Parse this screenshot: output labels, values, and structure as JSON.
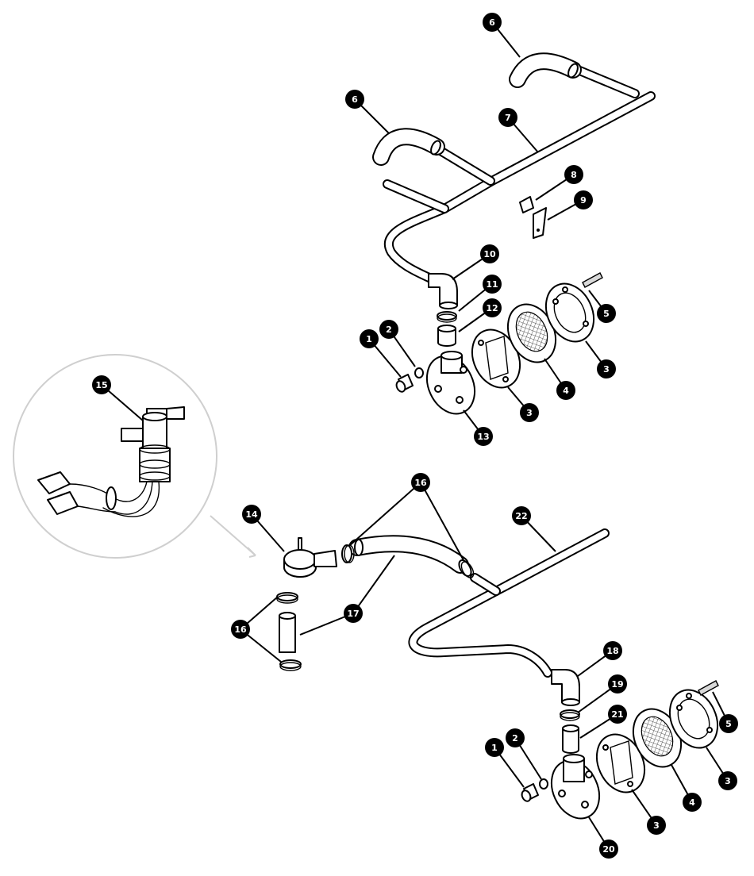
{
  "callouts": [
    {
      "id": "c6a",
      "label": "6"
    },
    {
      "id": "c6b",
      "label": "6"
    },
    {
      "id": "c7",
      "label": "7"
    },
    {
      "id": "c8",
      "label": "8"
    },
    {
      "id": "c9",
      "label": "9"
    },
    {
      "id": "c10",
      "label": "10"
    },
    {
      "id": "c11",
      "label": "11"
    },
    {
      "id": "c12",
      "label": "12"
    },
    {
      "id": "c5a",
      "label": "5"
    },
    {
      "id": "c1a",
      "label": "1"
    },
    {
      "id": "c2a",
      "label": "2"
    },
    {
      "id": "c3a",
      "label": "3"
    },
    {
      "id": "c4a",
      "label": "4"
    },
    {
      "id": "c3b",
      "label": "3"
    },
    {
      "id": "c13",
      "label": "13"
    },
    {
      "id": "c15",
      "label": "15"
    },
    {
      "id": "c16a",
      "label": "16"
    },
    {
      "id": "c22",
      "label": "22"
    },
    {
      "id": "c14",
      "label": "14"
    },
    {
      "id": "c17",
      "label": "17"
    },
    {
      "id": "c16b",
      "label": "16"
    },
    {
      "id": "c18",
      "label": "18"
    },
    {
      "id": "c19",
      "label": "19"
    },
    {
      "id": "c21",
      "label": "21"
    },
    {
      "id": "c5b",
      "label": "5"
    },
    {
      "id": "c1b",
      "label": "1"
    },
    {
      "id": "c2b",
      "label": "2"
    },
    {
      "id": "c3c",
      "label": "3"
    },
    {
      "id": "c4b",
      "label": "4"
    },
    {
      "id": "c3d",
      "label": "3"
    },
    {
      "id": "c20",
      "label": "20"
    }
  ]
}
